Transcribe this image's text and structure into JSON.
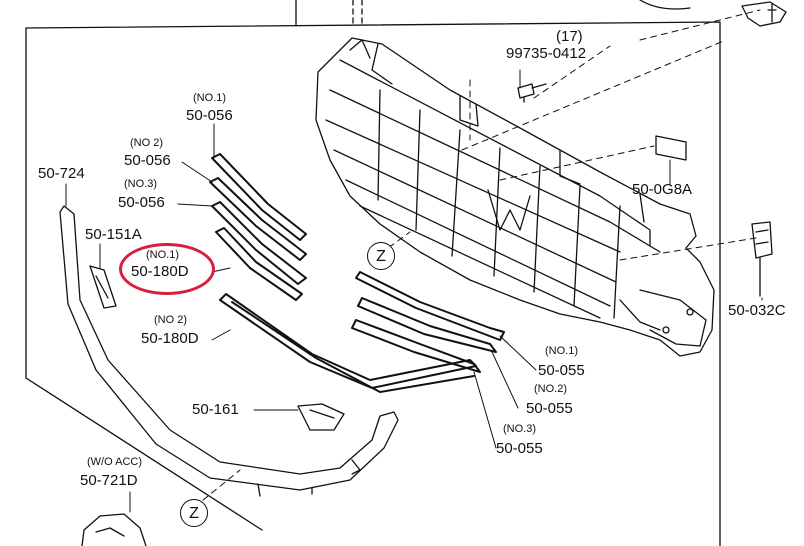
{
  "parts": {
    "p_99735": {
      "qualifier": "(17)",
      "number": "99735-0412"
    },
    "p_056_1": {
      "qualifier": "(NO.1)",
      "number": "50-056"
    },
    "p_056_2": {
      "qualifier": "(NO 2)",
      "number": "50-056"
    },
    "p_056_3": {
      "qualifier": "(NO.3)",
      "number": "50-056"
    },
    "p_724": {
      "number": "50-724"
    },
    "p_151a": {
      "number": "50-151A"
    },
    "p_180d_1": {
      "qualifier": "(NO.1)",
      "number": "50-180D"
    },
    "p_180d_2": {
      "qualifier": "(NO 2)",
      "number": "50-180D"
    },
    "p_0g8a": {
      "number": "50-0G8A"
    },
    "p_032c": {
      "number": "50-032C"
    },
    "p_055_1": {
      "qualifier": "(NO.1)",
      "number": "50-055"
    },
    "p_055_2": {
      "qualifier": "(NO.2)",
      "number": "50-055"
    },
    "p_055_3": {
      "qualifier": "(NO.3)",
      "number": "50-055"
    },
    "p_161": {
      "number": "50-161"
    },
    "p_721d": {
      "qualifier": "(W/O ACC)",
      "number": "50-721D"
    }
  },
  "view_markers": {
    "z_top": "Z",
    "z_bottom": "Z"
  },
  "highlight": {
    "color": "#d81f3d",
    "target": "50-180D"
  },
  "colors": {
    "line": "#111111",
    "background": "#ffffff"
  }
}
